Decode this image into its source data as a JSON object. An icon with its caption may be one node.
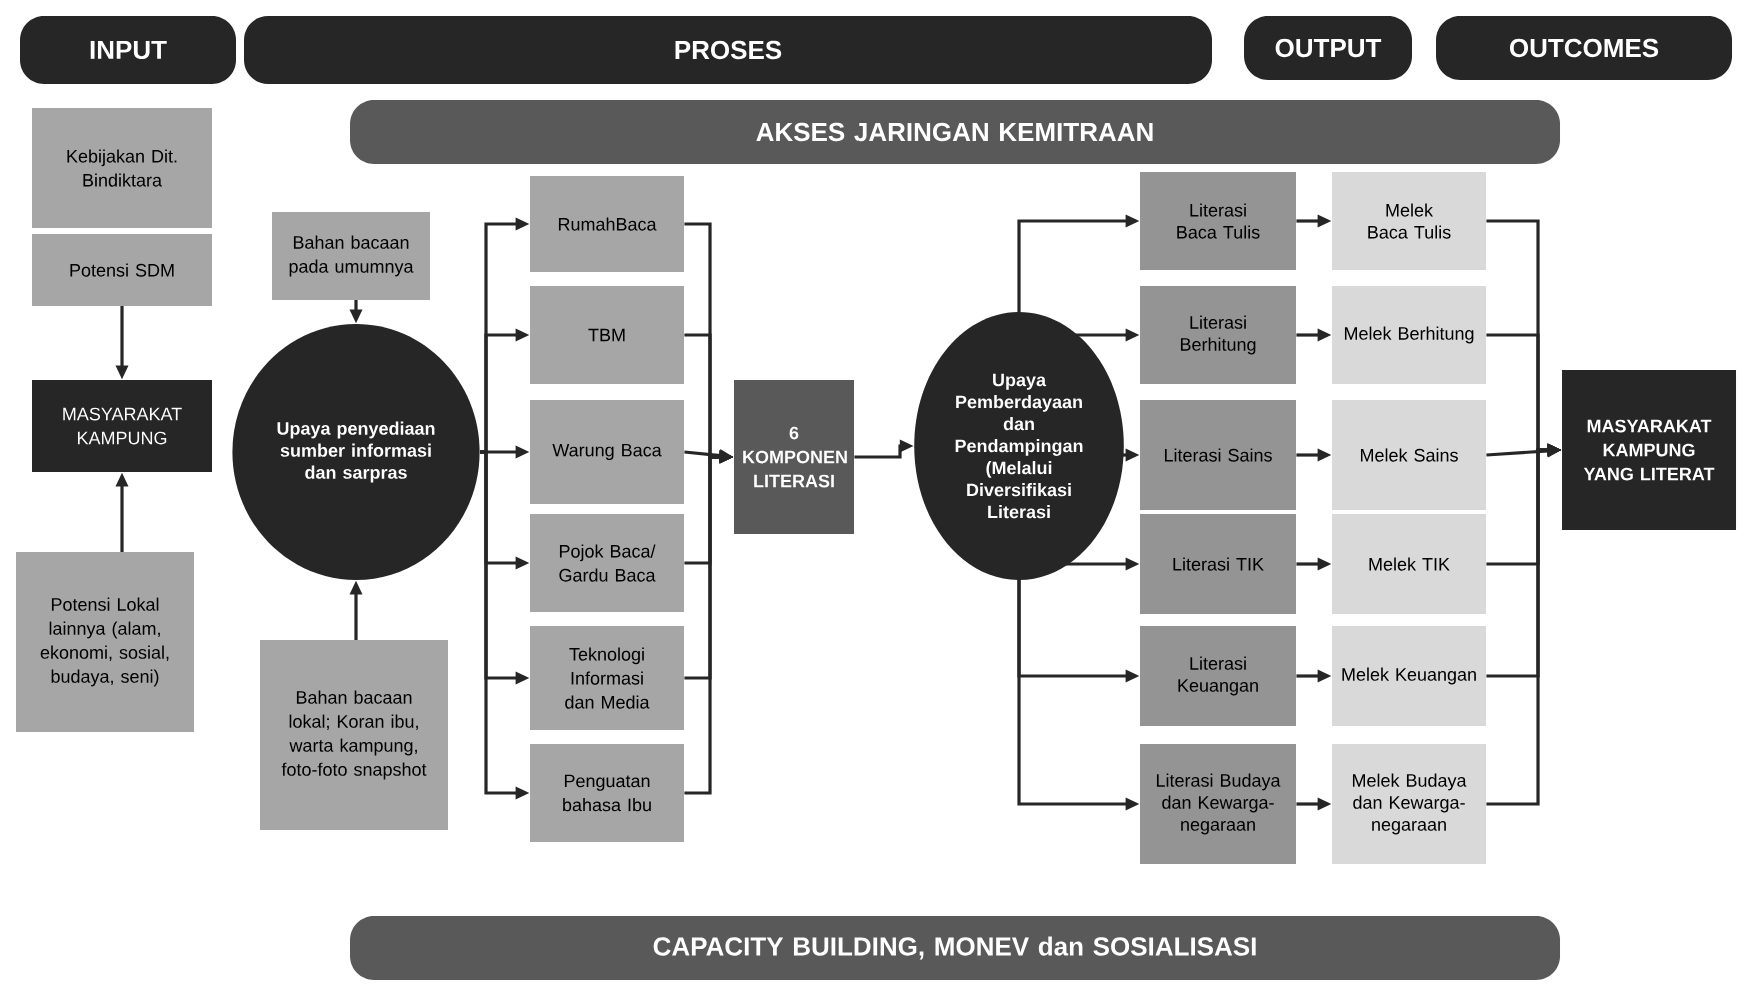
{
  "diagram": {
    "nodes": [
      {
        "text": [
          "INPUT"
        ]
      },
      {
        "text": [
          "PROSES"
        ]
      },
      {
        "text": [
          "OUTPUT"
        ]
      },
      {
        "text": [
          "OUTCOMES"
        ]
      },
      {
        "text": [
          "AKSES JARINGAN KEMITRAAN"
        ]
      },
      {
        "text": [
          "Kebijakan Dit. Bindiktara"
        ]
      },
      {
        "text": [
          "Potensi SDM"
        ]
      },
      {
        "text": [
          "MASYARAKAT KAMPUNG"
        ]
      },
      {
        "text": [
          "Potensi Lokal lainnya (alam, ekonomi, sosial, budaya, seni)"
        ]
      },
      {
        "text": [
          "Bahan bacaan pada umumnya"
        ]
      },
      {
        "text": [
          "Upaya penyediaan sumber informasi dan sarpras"
        ]
      },
      {
        "text": [
          "Bahan bacaan lokal; Koran ibu, warta kampung, foto-foto snapshot"
        ]
      },
      {
        "text": [
          "RumahBaca"
        ]
      },
      {
        "text": [
          "TBM"
        ]
      },
      {
        "text": [
          "Warung Baca"
        ]
      },
      {
        "text": [
          "Pojok Baca/ Gardu Baca"
        ]
      },
      {
        "text": [
          "Teknologi Informasi dan Media"
        ]
      },
      {
        "text": [
          "Penguatan bahasa Ibu"
        ]
      },
      {
        "text": [
          "6 KOMPONEN LITERASI"
        ]
      },
      {
        "text": [
          "Upaya Pemberdayaan dan Pendampingan (Melalui Diversifikasi Literasi"
        ]
      },
      {
        "text": [
          "Literasi Baca Tulis"
        ]
      },
      {
        "text": [
          "Literasi Berhitung"
        ]
      },
      {
        "text": [
          "Literasi Sains"
        ]
      },
      {
        "text": [
          "Literasi TIK"
        ]
      },
      {
        "text": [
          "Literasi Keuangan"
        ]
      },
      {
        "text": [
          "Literasi Budaya dan Kewarga-negaraan"
        ]
      },
      {
        "text": [
          "Melek Baca Tulis"
        ]
      },
      {
        "text": [
          "Melek Berhitung"
        ]
      },
      {
        "text": [
          "Melek Sains"
        ]
      },
      {
        "text": [
          "Melek TIK"
        ]
      },
      {
        "text": [
          "Melek Keuangan"
        ]
      },
      {
        "text": [
          "Melek Budaya dan Kewarga-negaraan"
        ]
      },
      {
        "text": [
          "MASYARAKAT KAMPUNG YANG LITERAT"
        ]
      },
      {
        "text": [
          "CAPACITY BUILDING, MONEV dan SOSIALISASI"
        ]
      }
    ],
    "edges": [
      {
        "from": 6,
        "to": 7,
        "arrow": "to"
      },
      {
        "from": 8,
        "to": 7,
        "arrow": "to"
      },
      {
        "from": 9,
        "to": 10,
        "arrow": "to"
      },
      {
        "from": 11,
        "to": 10,
        "arrow": "to"
      },
      {
        "from": 10,
        "to": 12,
        "arrow": "to"
      },
      {
        "from": 10,
        "to": 13,
        "arrow": "to"
      },
      {
        "from": 10,
        "to": 14,
        "arrow": "to"
      },
      {
        "from": 10,
        "to": 15,
        "arrow": "to"
      },
      {
        "from": 10,
        "to": 16,
        "arrow": "to"
      },
      {
        "from": 10,
        "to": 17,
        "arrow": "to"
      },
      {
        "from": 12,
        "to": 18,
        "arrow": "to"
      },
      {
        "from": 13,
        "to": 18,
        "arrow": "to"
      },
      {
        "from": 14,
        "to": 18,
        "arrow": "to"
      },
      {
        "from": 15,
        "to": 18,
        "arrow": "to"
      },
      {
        "from": 16,
        "to": 18,
        "arrow": "to"
      },
      {
        "from": 17,
        "to": 18,
        "arrow": "to"
      },
      {
        "from": 18,
        "to": 19,
        "arrow": "to"
      },
      {
        "from": 19,
        "to": 20,
        "arrow": "to"
      },
      {
        "from": 19,
        "to": 21,
        "arrow": "to"
      },
      {
        "from": 19,
        "to": 22,
        "arrow": "to"
      },
      {
        "from": 19,
        "to": 23,
        "arrow": "to"
      },
      {
        "from": 19,
        "to": 24,
        "arrow": "to"
      },
      {
        "from": 19,
        "to": 25,
        "arrow": "to"
      },
      {
        "from": 20,
        "to": 26,
        "arrow": "to"
      },
      {
        "from": 21,
        "to": 27,
        "arrow": "to"
      },
      {
        "from": 22,
        "to": 28,
        "arrow": "to"
      },
      {
        "from": 23,
        "to": 29,
        "arrow": "to"
      },
      {
        "from": 24,
        "to": 30,
        "arrow": "to"
      },
      {
        "from": 25,
        "to": 31,
        "arrow": "to"
      },
      {
        "from": 26,
        "to": 32,
        "arrow": "to"
      },
      {
        "from": 27,
        "to": 32,
        "arrow": "to"
      },
      {
        "from": 28,
        "to": 32,
        "arrow": "to"
      },
      {
        "from": 29,
        "to": 32,
        "arrow": "to"
      },
      {
        "from": 30,
        "to": 32,
        "arrow": "to"
      },
      {
        "from": 31,
        "to": 32,
        "arrow": "to"
      }
    ]
  }
}
